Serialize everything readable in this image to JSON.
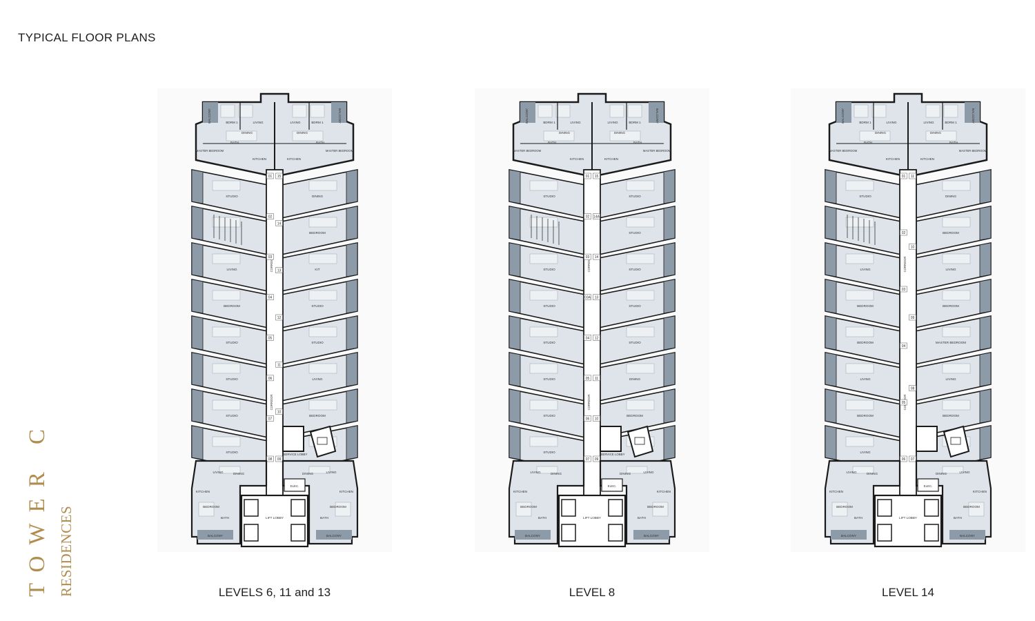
{
  "page": {
    "title": "TYPICAL FLOOR PLANS"
  },
  "branding": {
    "tower": "TOWER C",
    "subtitle": "RESIDENCES",
    "accent_color": "#b08d4f"
  },
  "colors": {
    "unit_fill": "#dfe4ea",
    "balcony_fill": "#8d9aa8",
    "wall": "#1a1a1a",
    "corridor": "#ffffff"
  },
  "plans": [
    {
      "caption": "LEVELS 6, 11 and 13",
      "top_units": [
        "BALCONY",
        "BDRM 1",
        "LIVING",
        "DINING",
        "MASTER BEDROOM",
        "BATH",
        "KITCHEN"
      ],
      "left_units": [
        "STUDIO",
        "",
        "LIVING",
        "BEDROOM",
        "STUDIO",
        "STUDIO",
        "STUDIO",
        "STUDIO"
      ],
      "right_units": [
        "DINING",
        "BEDROOM",
        "KIT",
        "STUDIO",
        "STUDIO",
        "LIVING",
        "BEDROOM"
      ],
      "left_numbers": [
        "01",
        "02",
        "03",
        "04",
        "05",
        "06",
        "07",
        "08"
      ],
      "right_numbers": [
        "15",
        "14",
        "13",
        "12",
        "11",
        "10",
        "09"
      ],
      "corridor_label": "CORRIDOR",
      "service_lobby": "SERVICE LOBBY",
      "lift_lobby": "LIFT LOBBY",
      "elec": "ELEC.",
      "bottom_units": [
        "LIVING",
        "DINING",
        "KITCHEN",
        "BEDROOM",
        "BATH",
        "BALCONY"
      ]
    },
    {
      "caption": "LEVEL 8",
      "top_units": [
        "BALCONY",
        "BDRM 1",
        "LIVING",
        "DINING",
        "MASTER BEDROOM",
        "BATH",
        "KITCHEN"
      ],
      "left_units": [
        "STUDIO",
        "",
        "STUDIO",
        "STUDIO",
        "STUDIO",
        "STUDIO",
        "STUDIO",
        "STUDIO"
      ],
      "right_units": [
        "STUDIO",
        "STUDIO",
        "STUDIO",
        "STUDIO",
        "STUDIO",
        "DINING",
        "BEDROOM"
      ],
      "left_numbers": [
        "01",
        "02",
        "03",
        "03A",
        "04",
        "05",
        "06",
        "07"
      ],
      "right_numbers": [
        "15",
        "14A",
        "14",
        "13",
        "12",
        "11",
        "10",
        "09"
      ],
      "corridor_label": "CORRIDOR",
      "service_lobby": "SERVICE LOBBY",
      "lift_lobby": "LIFT LOBBY",
      "elec": "ELEC.",
      "bottom_units": [
        "LIVING",
        "DINING",
        "KITCHEN",
        "BEDROOM",
        "BATH",
        "BALCONY"
      ]
    },
    {
      "caption": "LEVEL 14",
      "top_units": [
        "BALCONY",
        "BDRM 1",
        "LIVING",
        "DINING",
        "MASTER BEDROOM",
        "BATH",
        "KITCHEN"
      ],
      "left_units": [
        "STUDIO",
        "",
        "LIVING",
        "BEDROOM",
        "BEDROOM",
        "LIVING",
        "BEDROOM",
        "LIVING"
      ],
      "right_units": [
        "DINING",
        "BEDROOM",
        "LIVING",
        "BEDROOM",
        "MASTER BEDROOM",
        "LIVING",
        "BEDROOM"
      ],
      "left_numbers": [
        "01",
        "02",
        "03",
        "04",
        "05",
        "06"
      ],
      "right_numbers": [
        "11",
        "10",
        "09",
        "08",
        "07"
      ],
      "corridor_label": "CORRIDOR",
      "service_lobby": "",
      "lift_lobby": "LIFT LOBBY",
      "elec": "ELEC.",
      "bottom_units": [
        "LIVING",
        "DINING",
        "KITCHEN",
        "BEDROOM",
        "BATH",
        "BALCONY"
      ]
    }
  ]
}
